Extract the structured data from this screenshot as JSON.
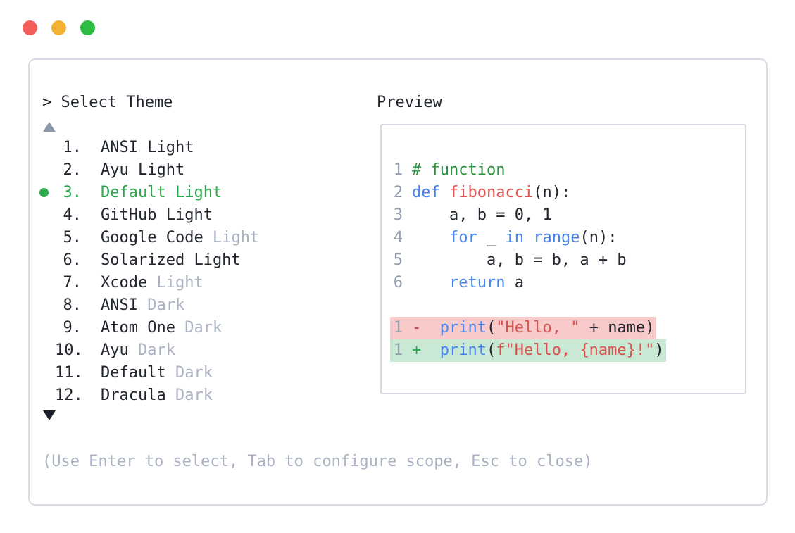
{
  "window": {
    "controls": [
      {
        "name": "close",
        "color_key": "traffic_red"
      },
      {
        "name": "minimize",
        "color_key": "traffic_yellow"
      },
      {
        "name": "maximize",
        "color_key": "traffic_green"
      }
    ]
  },
  "palette": {
    "title": "> Select Theme",
    "footer_hint": "(Use Enter to select, Tab to configure scope, Esc to close)",
    "items": [
      {
        "number": "1.",
        "selected": false,
        "parts": [
          {
            "text": "ANSI Light",
            "style": "normal"
          }
        ]
      },
      {
        "number": "2.",
        "selected": false,
        "parts": [
          {
            "text": "Ayu Light",
            "style": "normal"
          }
        ]
      },
      {
        "number": "3.",
        "selected": true,
        "parts": [
          {
            "text": "Default Light",
            "style": "selected"
          }
        ]
      },
      {
        "number": "4.",
        "selected": false,
        "parts": [
          {
            "text": "GitHub Light",
            "style": "normal"
          }
        ]
      },
      {
        "number": "5.",
        "selected": false,
        "parts": [
          {
            "text": "Google Code ",
            "style": "normal"
          },
          {
            "text": "Light",
            "style": "muted"
          }
        ]
      },
      {
        "number": "6.",
        "selected": false,
        "parts": [
          {
            "text": "Solarized Light",
            "style": "normal"
          }
        ]
      },
      {
        "number": "7.",
        "selected": false,
        "parts": [
          {
            "text": "Xcode ",
            "style": "normal"
          },
          {
            "text": "Light",
            "style": "muted"
          }
        ]
      },
      {
        "number": "8.",
        "selected": false,
        "parts": [
          {
            "text": "ANSI ",
            "style": "normal"
          },
          {
            "text": "Dark",
            "style": "muted"
          }
        ]
      },
      {
        "number": "9.",
        "selected": false,
        "parts": [
          {
            "text": "Atom One ",
            "style": "normal"
          },
          {
            "text": "Dark",
            "style": "muted"
          }
        ]
      },
      {
        "number": "10.",
        "selected": false,
        "parts": [
          {
            "text": "Ayu ",
            "style": "normal"
          },
          {
            "text": "Dark",
            "style": "muted"
          }
        ]
      },
      {
        "number": "11.",
        "selected": false,
        "parts": [
          {
            "text": "Default ",
            "style": "normal"
          },
          {
            "text": "Dark",
            "style": "muted"
          }
        ]
      },
      {
        "number": "12.",
        "selected": false,
        "parts": [
          {
            "text": "Dracula ",
            "style": "normal"
          },
          {
            "text": "Dark",
            "style": "muted"
          }
        ]
      }
    ]
  },
  "preview": {
    "label": "Preview",
    "code_lines": [
      {
        "num": "1",
        "tokens": [
          {
            "text": "# function",
            "style": "comment"
          }
        ]
      },
      {
        "num": "2",
        "tokens": [
          {
            "text": "def",
            "style": "keyword"
          },
          {
            "text": " ",
            "style": "plain"
          },
          {
            "text": "fibonacci",
            "style": "function"
          },
          {
            "text": "(n):",
            "style": "plain"
          }
        ]
      },
      {
        "num": "3",
        "tokens": [
          {
            "text": "    a, b = 0, 1",
            "style": "plain"
          }
        ]
      },
      {
        "num": "4",
        "tokens": [
          {
            "text": "    ",
            "style": "plain"
          },
          {
            "text": "for",
            "style": "keyword"
          },
          {
            "text": " _ ",
            "style": "plain"
          },
          {
            "text": "in",
            "style": "keyword"
          },
          {
            "text": " ",
            "style": "plain"
          },
          {
            "text": "range",
            "style": "keyword"
          },
          {
            "text": "(n):",
            "style": "plain"
          }
        ]
      },
      {
        "num": "5",
        "tokens": [
          {
            "text": "        a, b = b, a + b",
            "style": "plain"
          }
        ]
      },
      {
        "num": "6",
        "tokens": [
          {
            "text": "    ",
            "style": "plain"
          },
          {
            "text": "return",
            "style": "keyword"
          },
          {
            "text": " a",
            "style": "plain"
          }
        ]
      },
      {
        "blank": true
      },
      {
        "num": "1",
        "diff": "removed",
        "sign": "-",
        "tokens": [
          {
            "text": "print",
            "style": "keyword"
          },
          {
            "text": "(",
            "style": "plain"
          },
          {
            "text": "\"Hello, \"",
            "style": "string"
          },
          {
            "text": " + name)",
            "style": "plain"
          }
        ]
      },
      {
        "num": "1",
        "diff": "added",
        "sign": "+",
        "tokens": [
          {
            "text": "print",
            "style": "keyword"
          },
          {
            "text": "(",
            "style": "plain"
          },
          {
            "text": "f\"Hello, {name}!\"",
            "style": "string"
          },
          {
            "text": ")",
            "style": "plain"
          }
        ]
      }
    ]
  },
  "colors": {
    "traffic_red": "#f25f5a",
    "traffic_yellow": "#f2b234",
    "traffic_green": "#2abd42",
    "panel_border": "#d8dce5",
    "preview_border": "#d4d9e1",
    "text_primary": "#22262e",
    "text_muted": "#a9b1c2",
    "line_number": "#939cac",
    "selection_green": "#2ca84c",
    "comment_green": "#2e9140",
    "keyword_blue": "#4584ee",
    "function_red": "#e0534e",
    "string_red": "#d9524e",
    "diff_removed_bg": "#f8caca",
    "diff_added_bg": "#c9e9d5",
    "diff_minus": "#c9443e",
    "diff_plus": "#2da44e",
    "scroll_up_arrow": "#8e97aa",
    "scroll_down_arrow": "#1a1e28"
  }
}
